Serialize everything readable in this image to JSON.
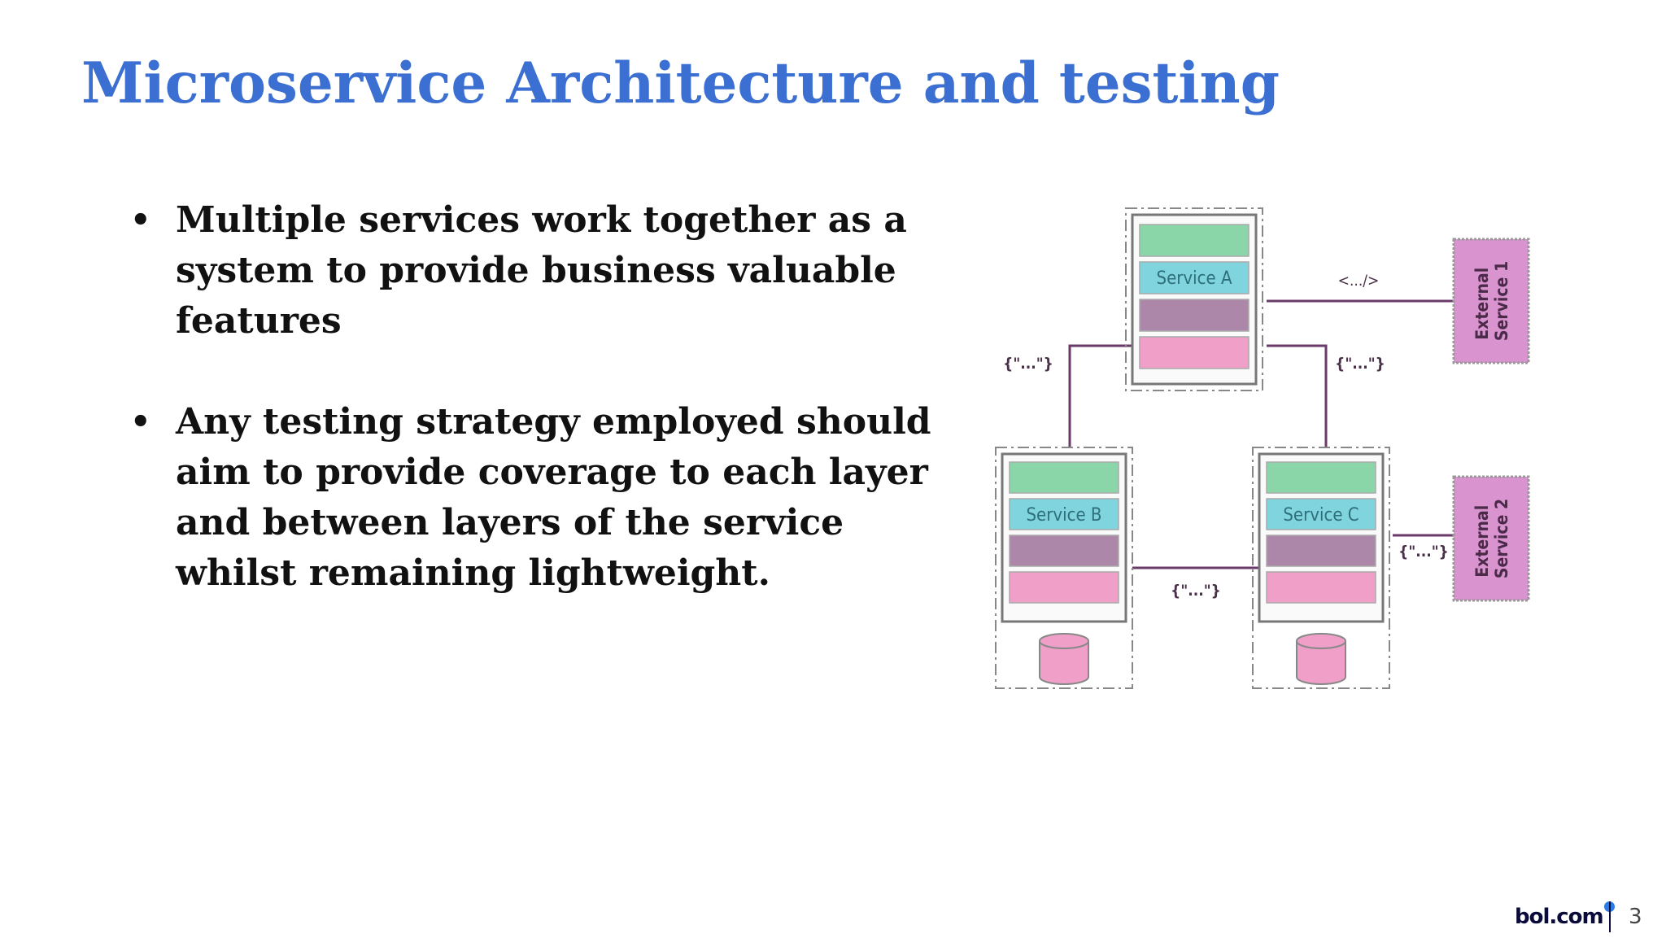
{
  "slide": {
    "title": "Microservice Architecture and testing",
    "bullets": [
      "Multiple services work together as a system to provide business valuable features",
      "Any testing strategy employed should aim to provide coverage to each layer and between layers of the service whilst remaining lightweight."
    ],
    "bullet_symbol": "•"
  },
  "diagram": {
    "services": [
      {
        "label": "Service A"
      },
      {
        "label": "Service B"
      },
      {
        "label": "Service C"
      }
    ],
    "external_services": [
      {
        "line1": "External",
        "line2": "Service 1"
      },
      {
        "line1": "External",
        "line2": "Service 2"
      }
    ],
    "connection_labels": {
      "a_to_ext1": "<.../>",
      "a_to_b": "{\"...\"}",
      "a_to_c": "{\"...\"}",
      "b_to_c": "{\"...\"}",
      "c_to_ext2": "{\"...\"}"
    },
    "colors": {
      "layer_green": "#8ad6a8",
      "layer_cyan": "#7fd4de",
      "layer_purple": "#ad87aa",
      "layer_pink": "#ef9fc8",
      "external": "#d994d0",
      "connector": "#6a3a68",
      "label_text": "#2f6e7c",
      "conn_text": "#4a3048"
    }
  },
  "footer": {
    "logo": "bol.com",
    "page_number": "3"
  }
}
